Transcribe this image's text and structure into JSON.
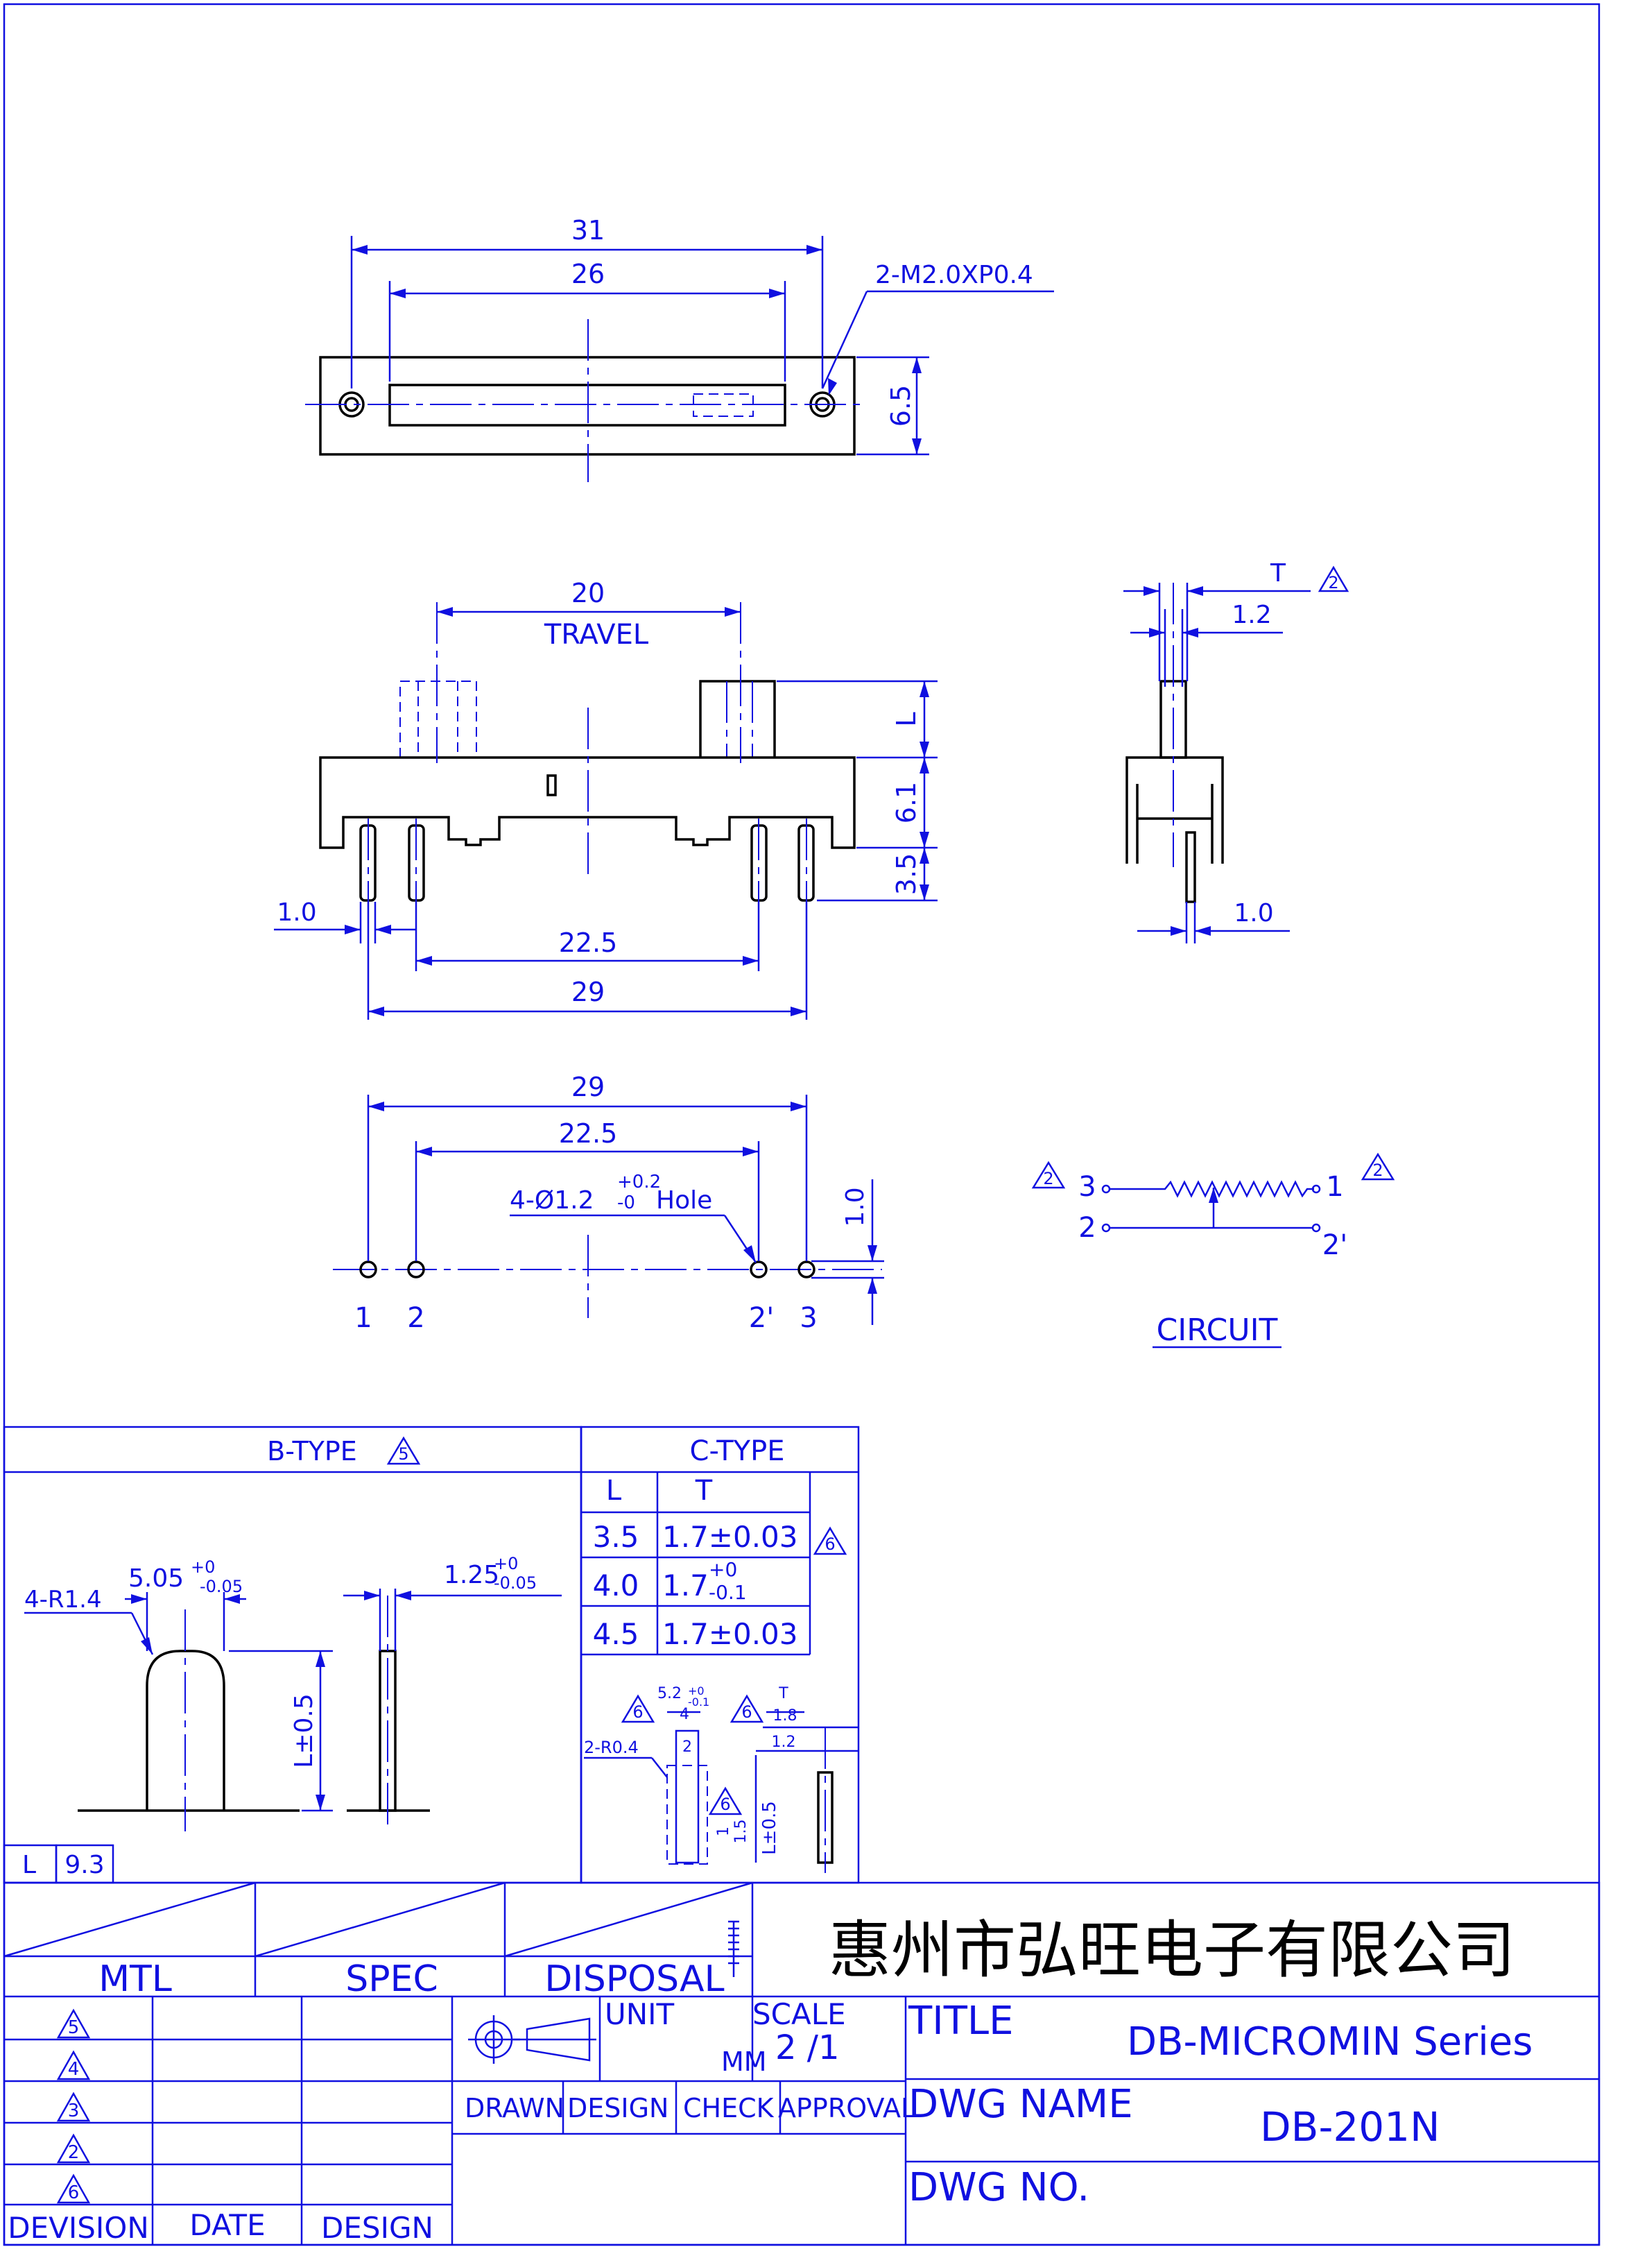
{
  "colors": {
    "dimension": "#1010e0",
    "outline": "#000000",
    "background": "#ffffff"
  },
  "top_view": {
    "dim_overall": "31",
    "dim_slot": "26",
    "dim_height": "6.5",
    "screw_note": "2-M2.0XP0.4"
  },
  "front_view": {
    "dim_travel": "20",
    "travel_label": "TRAVEL",
    "dim_L": "L",
    "dim_body": "6.1",
    "dim_pin": "3.5",
    "dim_pin_w": "1.0",
    "dim_pin_span_inner": "22.5",
    "dim_pin_span_outer": "29"
  },
  "side_view": {
    "dim_T": "T",
    "dim_12": "1.2",
    "dim_10": "1.0",
    "rev_T": "2"
  },
  "hole_view": {
    "dim_outer": "29",
    "dim_inner": "22.5",
    "hole_prefix": "4-Ø1.2",
    "hole_tol_upper": "+0.2",
    "hole_tol_lower": "-0",
    "hole_suffix": "Hole",
    "dim_pitch": "1.0",
    "pins": [
      "1",
      "2",
      "2'",
      "3"
    ]
  },
  "circuit": {
    "title": "CIRCUIT",
    "terminal_3": "3",
    "terminal_1": "1",
    "terminal_2": "2",
    "terminal_2p": "2'",
    "rev_left": "2",
    "rev_right": "2"
  },
  "b_type": {
    "header": "B-TYPE",
    "rev": "5",
    "radius_note": "4-R1.4",
    "width_main": "5.05",
    "width_upper": "+0",
    "width_lower": "-0.05",
    "thick_main": "1.25",
    "thick_upper": "+0",
    "thick_lower": "-0.05",
    "length_tol": "L±0.5",
    "L_label": "L",
    "L_value": "9.3"
  },
  "c_type": {
    "header": "C-TYPE",
    "col_L": "L",
    "col_T": "T",
    "rows": [
      {
        "L": "3.5",
        "T": "1.7±0.03"
      },
      {
        "L": "4.0",
        "T_main": "1.7",
        "T_upper": "+0",
        "T_lower": "-0.1"
      },
      {
        "L": "4.5",
        "T": "1.7±0.03"
      }
    ],
    "rev_row": "6",
    "detail": {
      "rev_a": "6",
      "w_upper": "5.2",
      "w_tol_upper": "+0",
      "w_tol_lower": "-0.1",
      "w_lower": "4",
      "rev_b": "6",
      "t_label": "T",
      "t_value": "1.8",
      "t_12": "1.2",
      "radius": "2-R0.4",
      "dim_2": "2",
      "rev_c": "6",
      "dim_1": "1",
      "dim_15": "1.5",
      "len_tol": "L±0.5"
    }
  },
  "title_block": {
    "company": "惠州市弘旺电子有限公司",
    "mtl": "MTL",
    "spec": "SPEC",
    "disposal": "DISPOSAL",
    "unit_label": "UNIT",
    "unit_value": "MM",
    "scale_label": "SCALE",
    "scale_value": "2 /1",
    "title_label": "TITLE",
    "title_value": "DB-MICROMIN  Series",
    "dwg_name_label": "DWG  NAME",
    "dwg_name_value": "DB-201N",
    "dwg_no_label": "DWG  NO.",
    "drawn": "DRAWN",
    "design": "DESIGN",
    "check": "CHECK",
    "approval": "APPROVAL",
    "revisions": [
      "5",
      "4",
      "3",
      "2",
      "6"
    ],
    "col_division": "DEVISION",
    "col_date": "DATE",
    "col_design": "DESIGN"
  }
}
